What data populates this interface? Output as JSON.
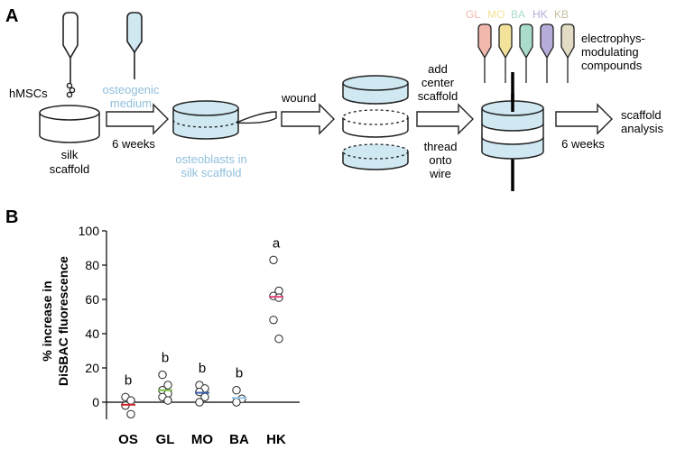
{
  "panel_a": {
    "label": "A",
    "cells_label": "hMSCs",
    "scaffold_label_1": "silk",
    "scaffold_label_2": "scaffold",
    "medium_label_1": "osteogenic",
    "medium_label_2": "medium",
    "duration_1": "6 weeks",
    "osteoblasts_label_1": "osteoblasts in",
    "osteoblasts_label_2": "silk scaffold",
    "wound_label": "wound",
    "add_label_1": "add",
    "add_label_2": "center",
    "add_label_3": "scaffold",
    "thread_label_1": "thread",
    "thread_label_2": "onto",
    "thread_label_3": "wire",
    "compounds": [
      {
        "abbr": "GL",
        "color": "#f2b8ae"
      },
      {
        "abbr": "MO",
        "color": "#f3e39a"
      },
      {
        "abbr": "BA",
        "color": "#a9dccb"
      },
      {
        "abbr": "HK",
        "color": "#b6abd9"
      },
      {
        "abbr": "KB",
        "color": "#e3dcc5"
      }
    ],
    "compounds_label_1": "electrophys-",
    "compounds_label_2": "modulating",
    "compounds_label_3": "compounds",
    "duration_2": "6 weeks",
    "analysis_label_1": "scaffold",
    "analysis_label_2": "analysis",
    "colors": {
      "blue_text": "#8fbfdc",
      "scaffold_fill": "#cfe8f2"
    }
  },
  "panel_b": {
    "label": "B",
    "chart_data": {
      "type": "scatter",
      "ylabel_line1": "% increase in",
      "ylabel_line2": "DiSBAC fluorescence",
      "ylim": [
        -10,
        100
      ],
      "yticks": [
        0,
        20,
        40,
        60,
        80,
        100
      ],
      "categories": [
        "OS",
        "GL",
        "MO",
        "BA",
        "HK"
      ],
      "groups": [
        {
          "name": "OS",
          "values": [
            3,
            1,
            -2,
            -7
          ],
          "mean": -1.5,
          "mean_color": "#d7262b",
          "letter": "b"
        },
        {
          "name": "GL",
          "values": [
            16,
            10,
            7,
            5,
            3,
            1
          ],
          "mean": 7,
          "mean_color": "#7cc142",
          "letter": "b"
        },
        {
          "name": "MO",
          "values": [
            10,
            8,
            6,
            3,
            0
          ],
          "mean": 5.5,
          "mean_color": "#3a5fb0",
          "letter": "b"
        },
        {
          "name": "BA",
          "values": [
            7,
            2,
            0
          ],
          "mean": 2.5,
          "mean_color": "#8fc6e8",
          "letter": "b"
        },
        {
          "name": "HK",
          "values": [
            83,
            65,
            62,
            61,
            48,
            37
          ],
          "mean": 61.5,
          "mean_color": "#e0457b",
          "letter": "a"
        }
      ]
    }
  }
}
